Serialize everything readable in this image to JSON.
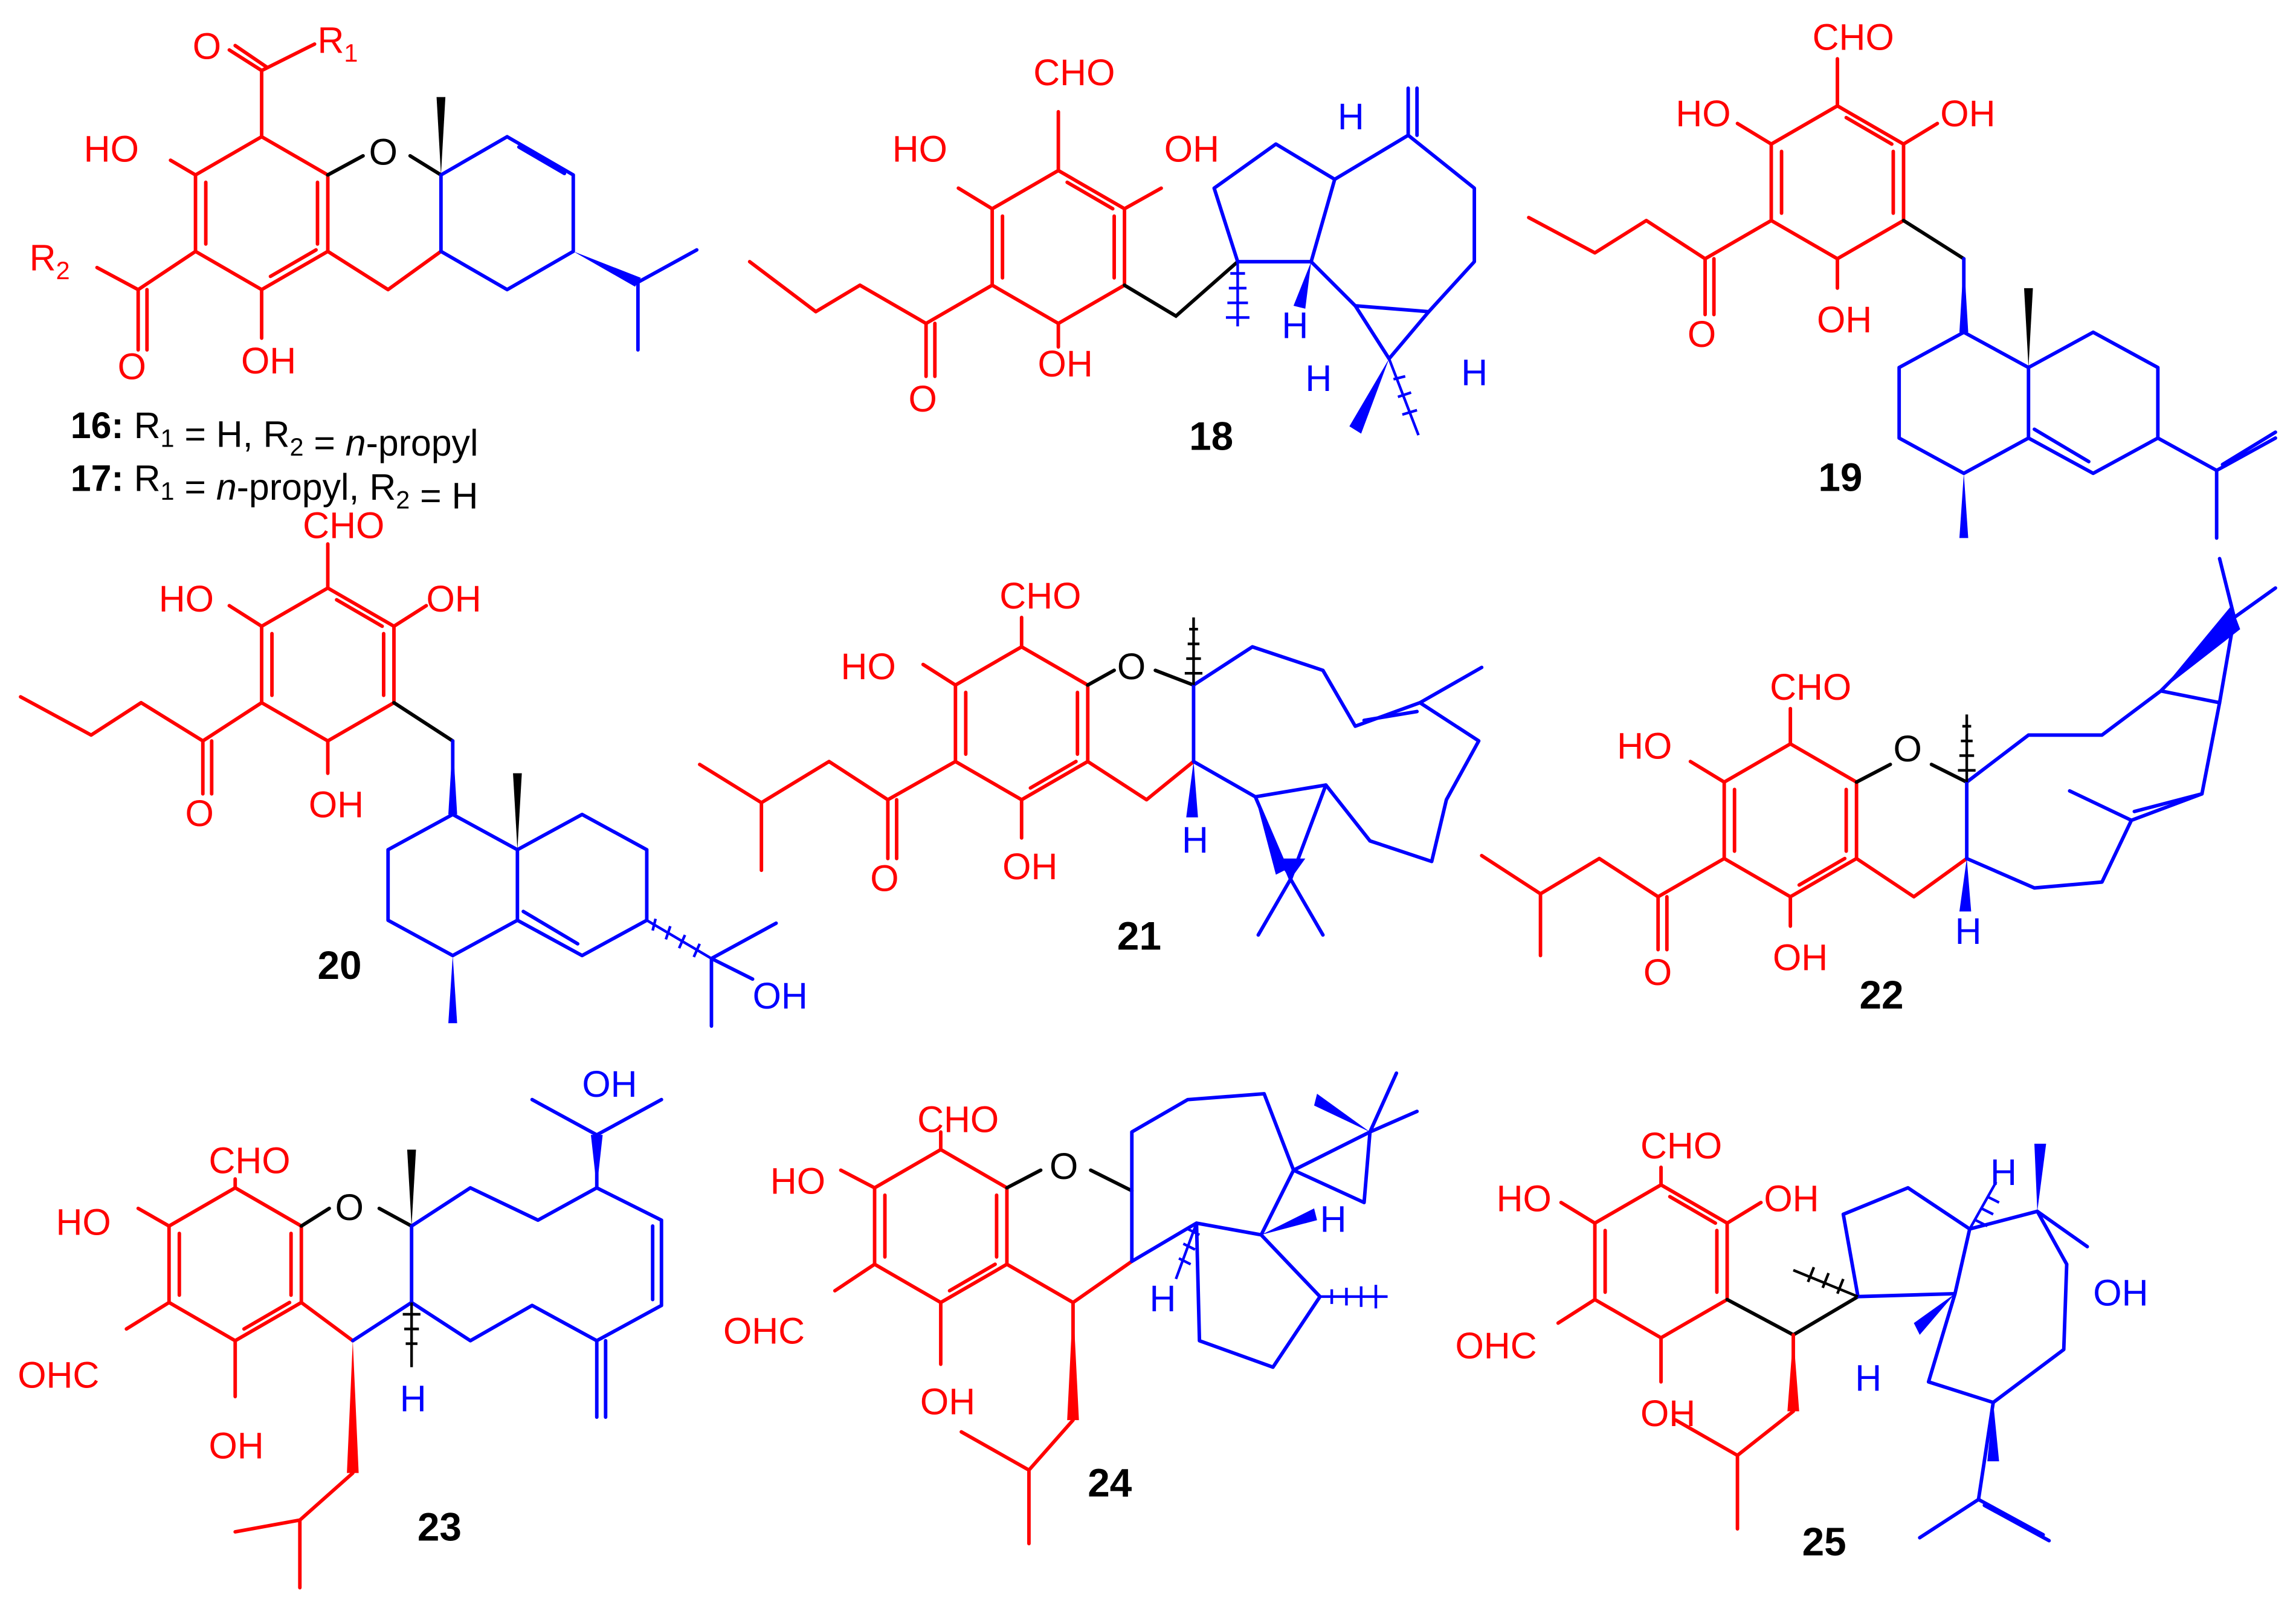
{
  "colors": {
    "aromatic": "#ff0000",
    "terpene": "#0000ff",
    "text": "#000000"
  },
  "compounds": [
    {
      "id": "16",
      "label_bold": "16:",
      "desc": [
        {
          "t": "R",
          "s": "n"
        },
        {
          "t": "1",
          "s": "sub"
        },
        {
          "t": " = H, R",
          "s": "n"
        },
        {
          "t": "2",
          "s": "sub"
        },
        {
          "t": " = ",
          "s": "n"
        },
        {
          "t": "n",
          "s": "i"
        },
        {
          "t": "-propyl",
          "s": "n"
        }
      ]
    },
    {
      "id": "17",
      "label_bold": "17:",
      "desc": [
        {
          "t": "R",
          "s": "n"
        },
        {
          "t": "1",
          "s": "sub"
        },
        {
          "t": " = ",
          "s": "n"
        },
        {
          "t": "n",
          "s": "i"
        },
        {
          "t": "-propyl, R",
          "s": "n"
        },
        {
          "t": "2",
          "s": "sub"
        },
        {
          "t": " = H",
          "s": "n"
        }
      ]
    },
    {
      "id": "18",
      "label": "18"
    },
    {
      "id": "19",
      "label": "19"
    },
    {
      "id": "20",
      "label": "20"
    },
    {
      "id": "21",
      "label": "21"
    },
    {
      "id": "22",
      "label": "22"
    },
    {
      "id": "23",
      "label": "23"
    },
    {
      "id": "24",
      "label": "24"
    },
    {
      "id": "25",
      "label": "25"
    }
  ],
  "atom_labels": {
    "ho": "HO",
    "oh": "OH",
    "o": "O",
    "cho": "CHO",
    "ohc": "OHC",
    "h": "H",
    "r1": "R",
    "r1_sub": "1",
    "r2": "R",
    "r2_sub": "2"
  }
}
